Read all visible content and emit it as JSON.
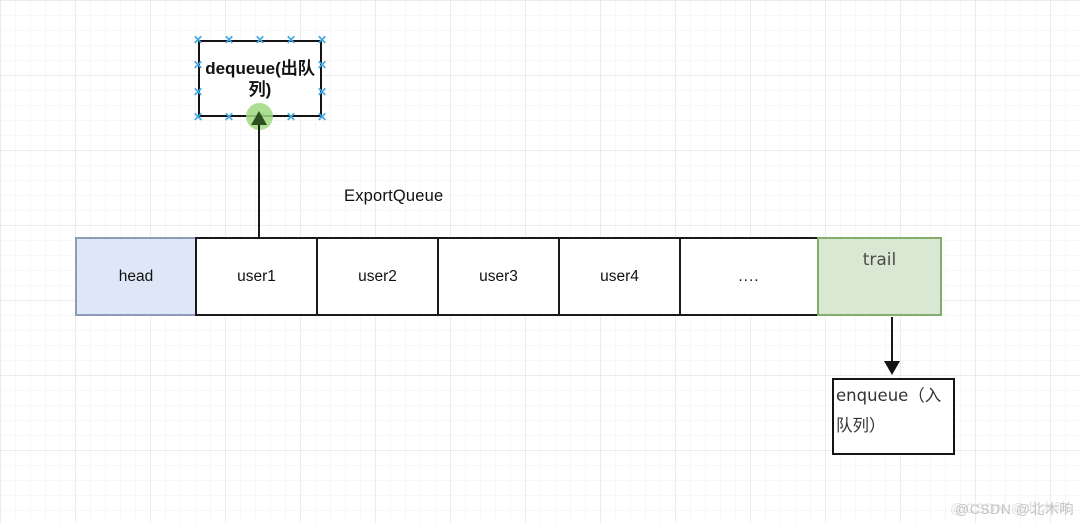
{
  "diagram": {
    "export_queue_label": "ExportQueue",
    "dequeue_box": {
      "label": "dequeue(出队列)"
    },
    "enqueue_box": {
      "label": "enqueue（入队列）"
    },
    "queue": {
      "cells": [
        {
          "label": "head",
          "type": "head"
        },
        {
          "label": "user1",
          "type": "user"
        },
        {
          "label": "user2",
          "type": "user"
        },
        {
          "label": "user3",
          "type": "user"
        },
        {
          "label": "user4",
          "type": "user"
        },
        {
          "label": "....",
          "type": "dots"
        },
        {
          "label": "trail",
          "type": "trail"
        }
      ]
    },
    "colors": {
      "head_fill": "#dde7f7",
      "head_border": "#8e9cba",
      "trail_fill": "#d9e8d3",
      "trail_border": "#84ac6d",
      "cell_border": "#1a1a1a",
      "selection_handle_blue": "#3fa8e1",
      "connection_point_green": "#9ed97f",
      "arrow_black": "#141414"
    }
  },
  "watermark": {
    "text": "@CSDN @北木响"
  }
}
